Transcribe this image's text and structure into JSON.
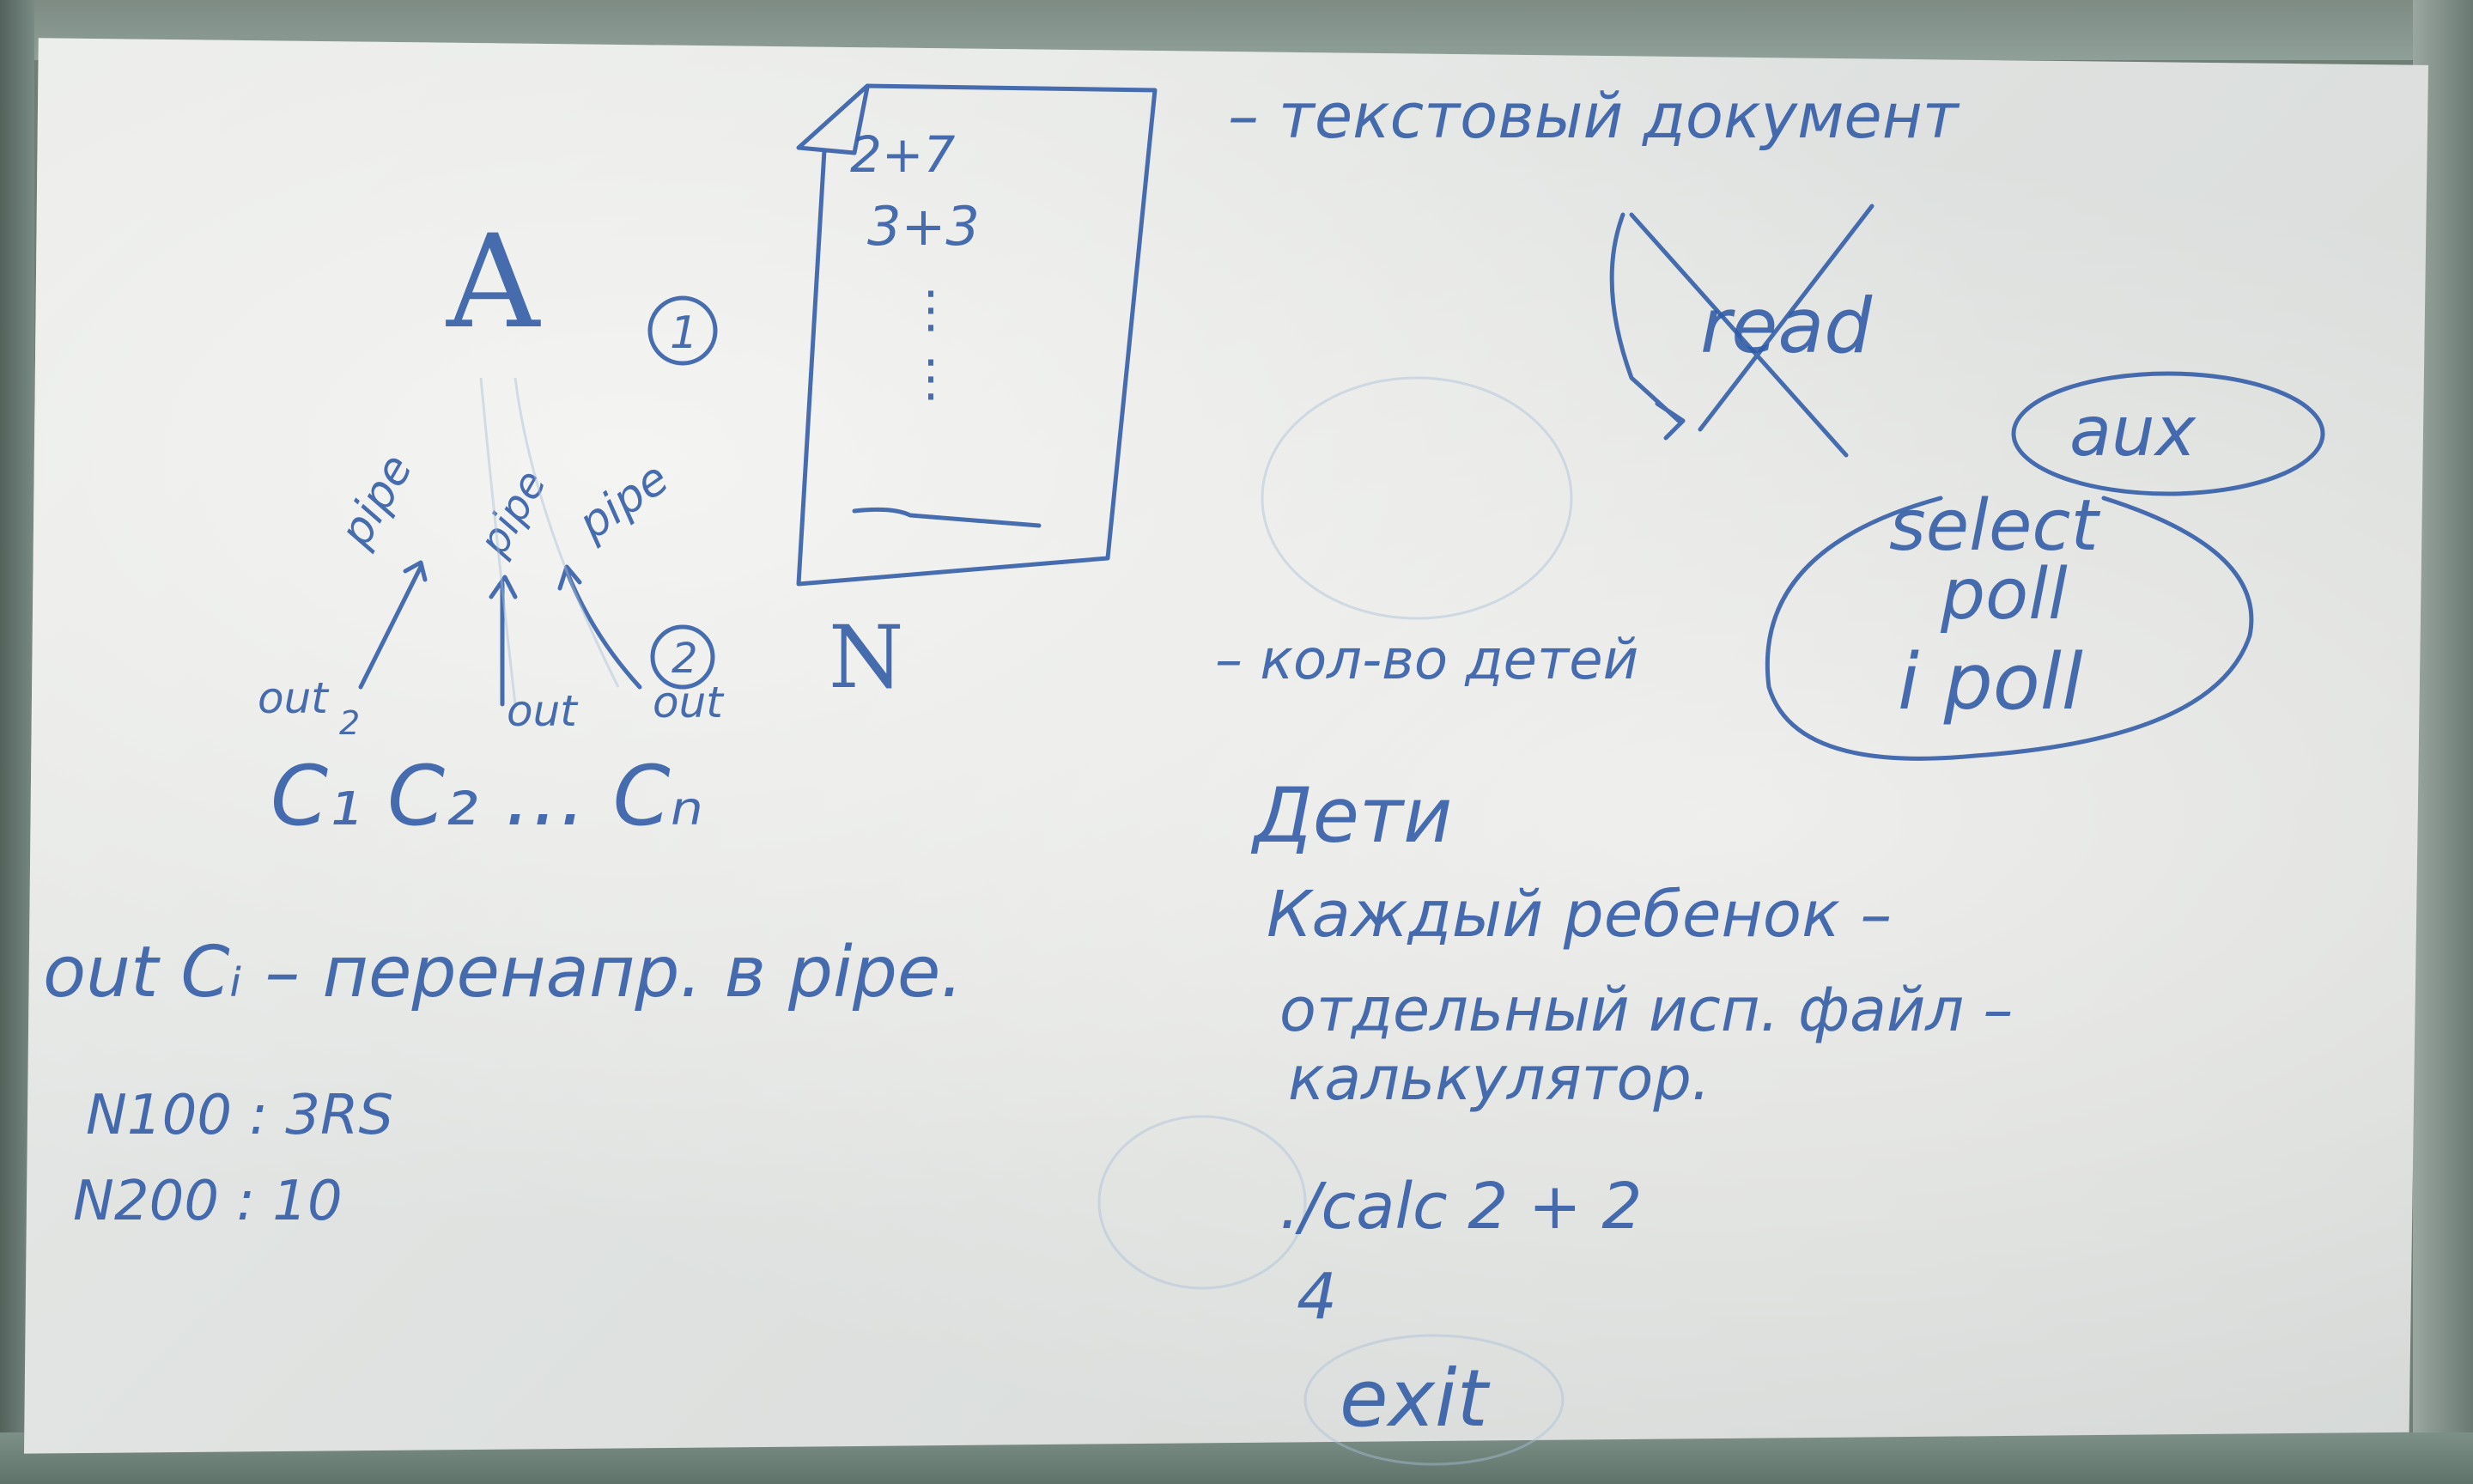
{
  "whiteboard": {
    "label_A": "A",
    "circle_1": "1",
    "circle_2": "2",
    "label_N": "N",
    "document_lines": [
      "2+7",
      "3+3",
      "⋮",
      "⋮"
    ],
    "pipe_labels": [
      "pipe",
      "pipe",
      "pipe"
    ],
    "out_labels": [
      "out",
      "out",
      "out"
    ],
    "subscript_2": "2",
    "children_row": "C₁    C₂ … Cₙ",
    "note_out": "out Cᵢ – перенапр. в pipe.",
    "stat_1": "N100 :  3RS",
    "stat_2": "N200 : 10",
    "right_note_doc": "– текстовый документ",
    "right_note_read": "read",
    "right_note_children_count": "– кол-во детей",
    "oval_top": "aux",
    "options": [
      "select",
      "poll",
      "i poll"
    ],
    "children_heading": "Дети",
    "children_text": [
      "Каждый ребенок –",
      "отдельный исп. файл –",
      "калькулятор."
    ],
    "example_cmd": "./calc     2  +  2",
    "example_result": "4",
    "exit_word": "exit"
  },
  "colors": {
    "marker": "#2f5aa6",
    "board": "#e6e8e6",
    "wall": "#6f7f78"
  }
}
